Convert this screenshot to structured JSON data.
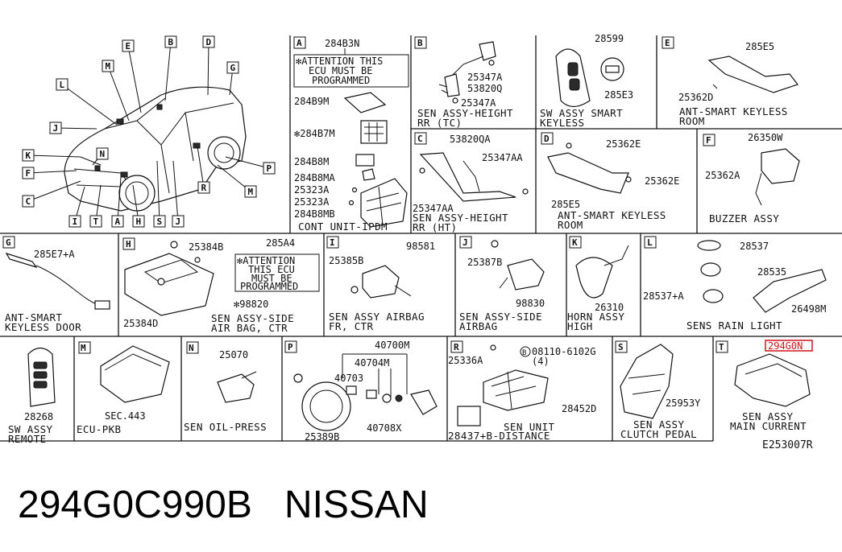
{
  "diagram": {
    "drawing_code": "E253007R",
    "highlight_color": "#d4141c",
    "vehicle_callouts": [
      "E",
      "B",
      "D",
      "M",
      "G",
      "L",
      "J",
      "K",
      "N",
      "F",
      "P",
      "R",
      "M",
      "C",
      "I",
      "T",
      "A",
      "H",
      "S",
      "J"
    ],
    "panels": [
      {
        "letter": "A",
        "labels": [
          "284B3N",
          "284B9M",
          "284B7M",
          "284B8M",
          "284B8MA",
          "25323A",
          "25323A",
          "284B8MB"
        ],
        "attention": [
          "ATTENTION THIS",
          "ECU MUST BE",
          "PROGRAMMED"
        ],
        "star_labels": [
          "284B7M"
        ],
        "caption": [
          "CONT UNIT-IPDM"
        ]
      },
      {
        "letter": "B",
        "labels": [
          "25347A",
          "53820Q",
          "25347A"
        ],
        "caption": [
          "SEN ASSY-HEIGHT",
          "RR (TC)"
        ]
      },
      {
        "letter": "",
        "labels": [
          "28599",
          "285E3"
        ],
        "caption": [
          "SW ASSY SMART",
          "KEYLESS"
        ]
      },
      {
        "letter": "E",
        "labels": [
          "285E5",
          "25362D"
        ],
        "caption": [
          "ANT-SMART KEYLESS",
          "ROOM"
        ]
      },
      {
        "letter": "C",
        "labels": [
          "53820QA",
          "25347AA",
          "25347AA"
        ],
        "caption": [
          "SEN ASSY-HEIGHT",
          "RR (HT)"
        ]
      },
      {
        "letter": "D",
        "labels": [
          "25362E",
          "25362E",
          "285E5"
        ],
        "caption": [
          "ANT-SMART KEYLESS",
          "ROOM"
        ]
      },
      {
        "letter": "F",
        "labels": [
          "26350W",
          "25362A"
        ],
        "caption": [
          "BUZZER ASSY"
        ]
      },
      {
        "letter": "G",
        "labels": [
          "285E7+A"
        ],
        "caption": [
          "ANT-SMART",
          "KEYLESS DOOR"
        ]
      },
      {
        "letter": "H",
        "labels": [
          "25384B",
          "285A4",
          "25384D",
          "98820"
        ],
        "attention": [
          "ATTENTION",
          "THIS ECU",
          "MUST BE",
          "PROGRAMMED"
        ],
        "caption": [
          "SEN ASSY-SIDE",
          "AIR BAG, CTR"
        ]
      },
      {
        "letter": "I",
        "labels": [
          "25385B",
          "98581"
        ],
        "caption": [
          "SEN ASSY AIRBAG",
          "FR, CTR"
        ]
      },
      {
        "letter": "J",
        "labels": [
          "25387B",
          "98830"
        ],
        "caption": [
          "SEN ASSY-SIDE",
          "AIRBAG"
        ]
      },
      {
        "letter": "K",
        "labels": [
          "26310"
        ],
        "caption": [
          "HORN ASSY",
          "HIGH"
        ]
      },
      {
        "letter": "L",
        "labels": [
          "28537",
          "28535",
          "28537+A",
          "26498M"
        ],
        "caption": [
          "SENS RAIN LIGHT"
        ]
      },
      {
        "letter": "",
        "labels": [
          "28268"
        ],
        "caption": [
          "SW ASSY",
          "REMOTE"
        ]
      },
      {
        "letter": "M",
        "labels": [
          "SEC.443"
        ],
        "caption": [
          "ECU-PKB"
        ]
      },
      {
        "letter": "N",
        "labels": [
          "25070"
        ],
        "caption": [
          "SEN OIL-PRESS"
        ]
      },
      {
        "letter": "P",
        "labels": [
          "40700M",
          "40704M",
          "40703",
          "25389B",
          "40708X"
        ],
        "caption": []
      },
      {
        "letter": "R",
        "labels": [
          "25336A",
          "08110-6102G",
          "(4)",
          "28452D",
          "28437+B"
        ],
        "caption": [
          "SEN UNIT",
          "28437+B-DISTANCE"
        ]
      },
      {
        "letter": "S",
        "labels": [
          "25953Y"
        ],
        "caption": [
          "SEN ASSY",
          "CLUTCH PEDAL"
        ]
      },
      {
        "letter": "T",
        "labels": [
          "294G0N"
        ],
        "caption": [
          "SEN ASSY",
          "MAIN CURRENT"
        ]
      }
    ]
  },
  "footer": {
    "part_number": "294G0C990B",
    "brand": "NISSAN"
  }
}
